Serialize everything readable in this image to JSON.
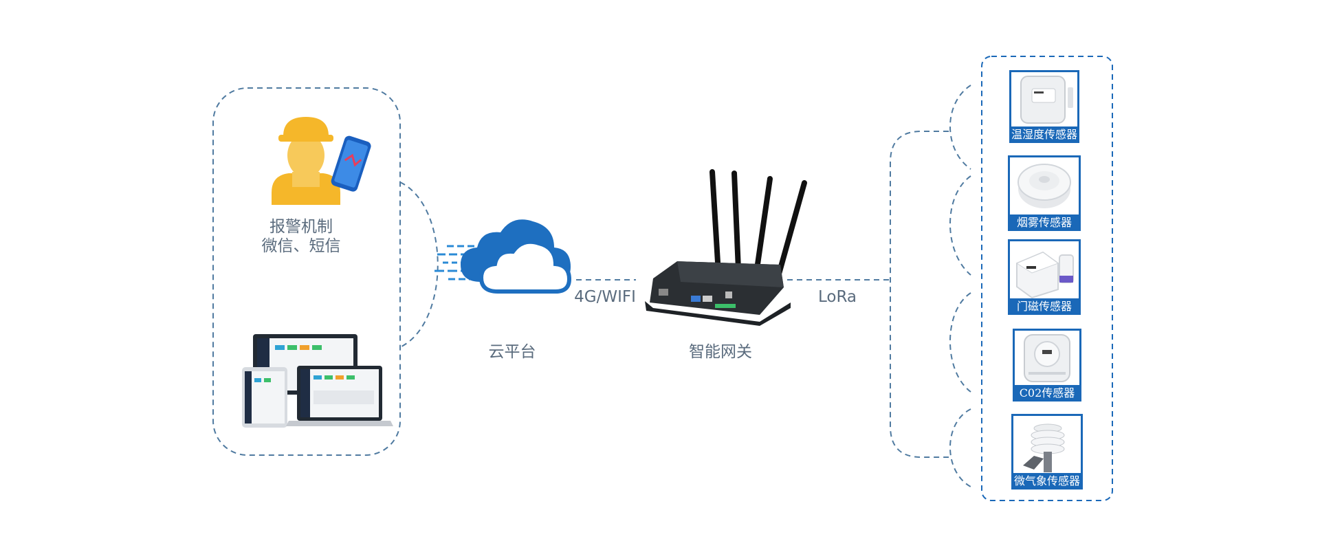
{
  "alarm": {
    "line1": "报警机制",
    "line2": "微信、短信"
  },
  "cloud": {
    "label": "云平台",
    "link_label": "4G/WIFI"
  },
  "gateway": {
    "label": "智能网关",
    "link_label": "LoRa"
  },
  "sensors": [
    {
      "label": "温湿度传感器",
      "icon": "temp-humidity-sensor-icon"
    },
    {
      "label": "烟雾传感器",
      "icon": "smoke-sensor-icon"
    },
    {
      "label": "门磁传感器",
      "icon": "door-sensor-icon"
    },
    {
      "label": "C02传感器",
      "icon": "co2-sensor-icon"
    },
    {
      "label": "微气象传感器",
      "icon": "weather-station-icon"
    }
  ],
  "colors": {
    "dash": "#4f7aa0",
    "accent": "#1a68b8",
    "text": "#5a6b7d",
    "helmet": "#f5b72a",
    "cloud": "#1e6fc0"
  }
}
